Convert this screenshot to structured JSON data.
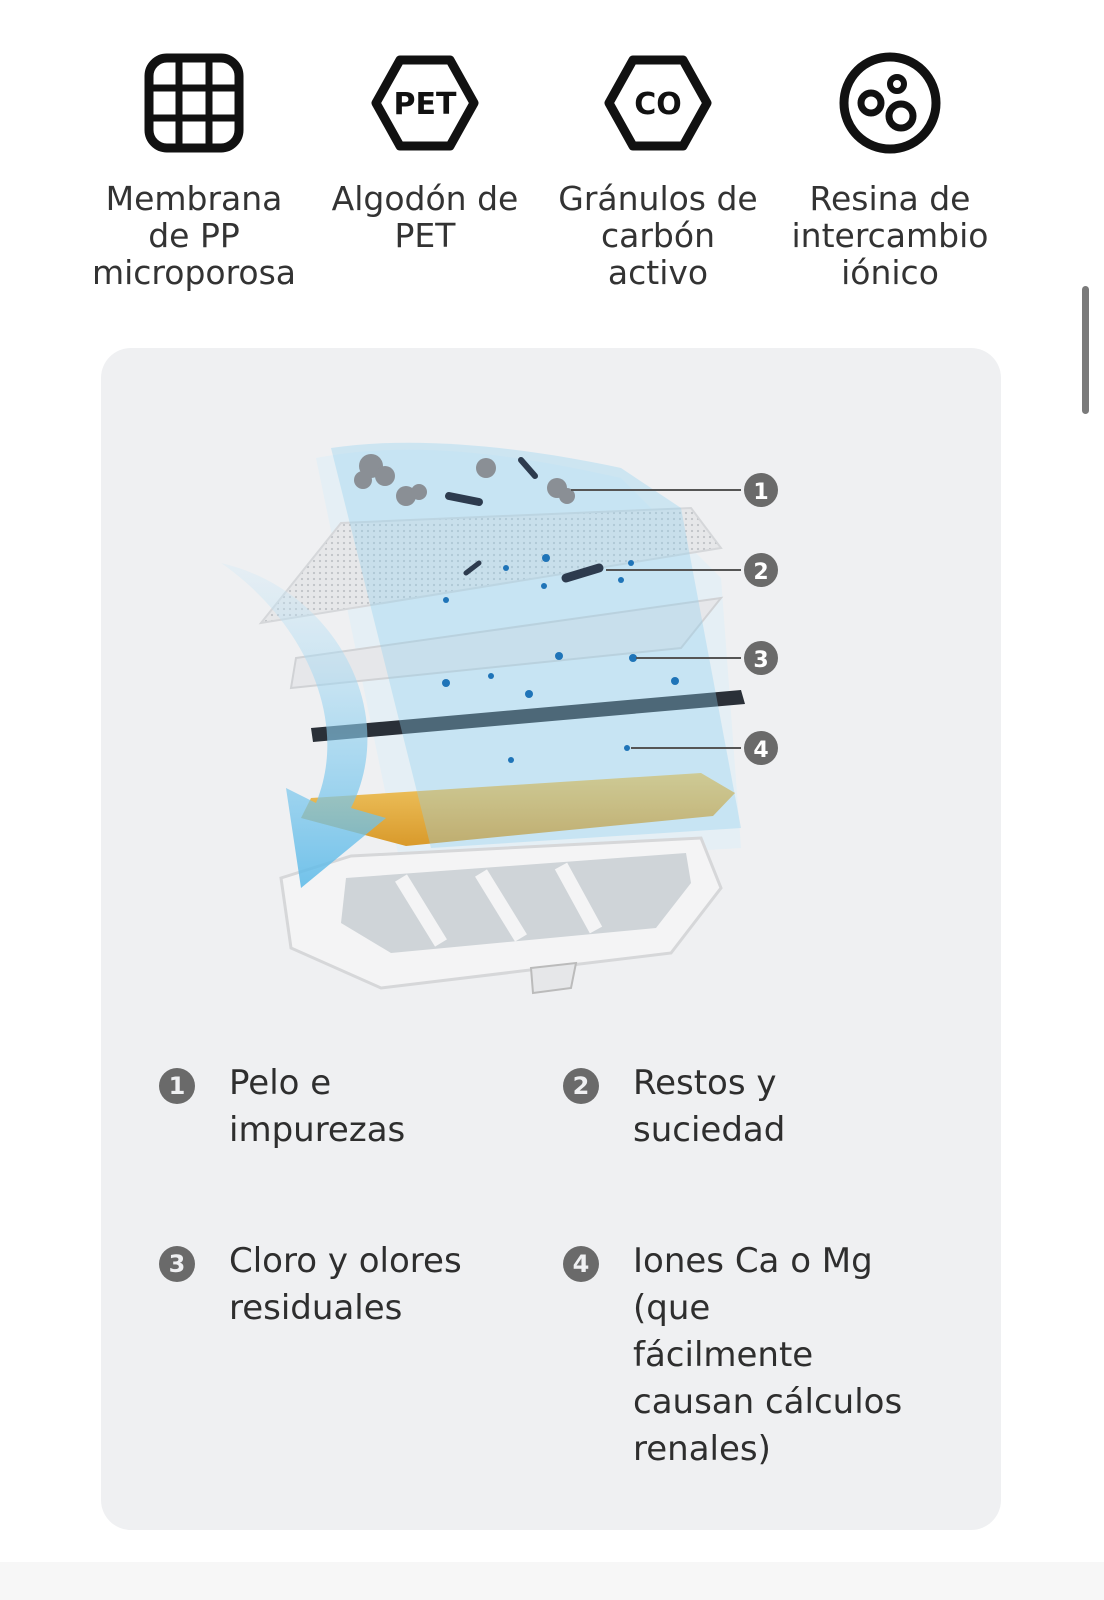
{
  "materials": [
    {
      "icon": "grid-membrane-icon",
      "label": "Membrana\nde PP\nmicroporosa"
    },
    {
      "icon": "pet-hexagon-icon",
      "label": "Algodón de\nPET",
      "badge": "PET"
    },
    {
      "icon": "co-hexagon-icon",
      "label": "Gránulos de\ncarbón\nactivo",
      "badge": "CO"
    },
    {
      "icon": "resin-beads-icon",
      "label": "Resina de\nintercambio\niónico"
    }
  ],
  "diagram": {
    "callouts": [
      "1",
      "2",
      "3",
      "4"
    ],
    "colors": {
      "flow": "#5ab9e8",
      "layer_white": "#e4e6e9",
      "layer_dark": "#2a3038",
      "layer_sponge": "#e8b64a",
      "frame": "#f3f3f3"
    }
  },
  "legend": [
    {
      "num": "1",
      "text": "Pelo e\nimpurezas"
    },
    {
      "num": "2",
      "text": "Restos y\nsuciedad"
    },
    {
      "num": "3",
      "text": "Cloro y olores\nresiduales"
    },
    {
      "num": "4",
      "text": "Iones Ca o Mg\n(que\nfácilmente\ncausan cálculos\nrenales)"
    }
  ]
}
